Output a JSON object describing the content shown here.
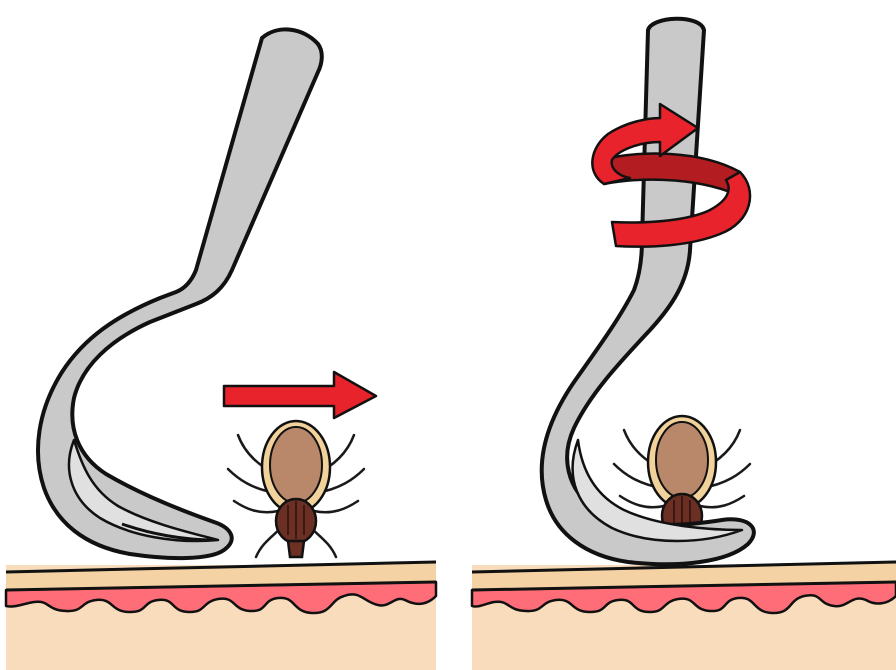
{
  "figure": {
    "panels": [
      {
        "step": "place-hook",
        "tool": "tick-removal-hook",
        "arrow": {
          "kind": "straight",
          "direction": "right"
        }
      },
      {
        "step": "twist-and-lift",
        "tool": "tick-removal-hook",
        "arrow": {
          "kind": "rotation",
          "direction": "clockwise"
        }
      }
    ]
  },
  "colors": {
    "background": "#ffffff",
    "outline": "#111111",
    "hook_metal": "#c9c9c9",
    "hook_highlight": "#e6e6e6",
    "arrow_red": "#e8232b",
    "arrow_dark_red": "#b31d22",
    "skin_surface": "#f4d2a4",
    "skin_deep": "#f9dcbc",
    "skin_pink": "#ff6e78",
    "tick_shield": "#b9876a",
    "tick_rim": "#f1d29b",
    "tick_body": "#6b2f23",
    "tick_legs": "#1a1a1a"
  }
}
